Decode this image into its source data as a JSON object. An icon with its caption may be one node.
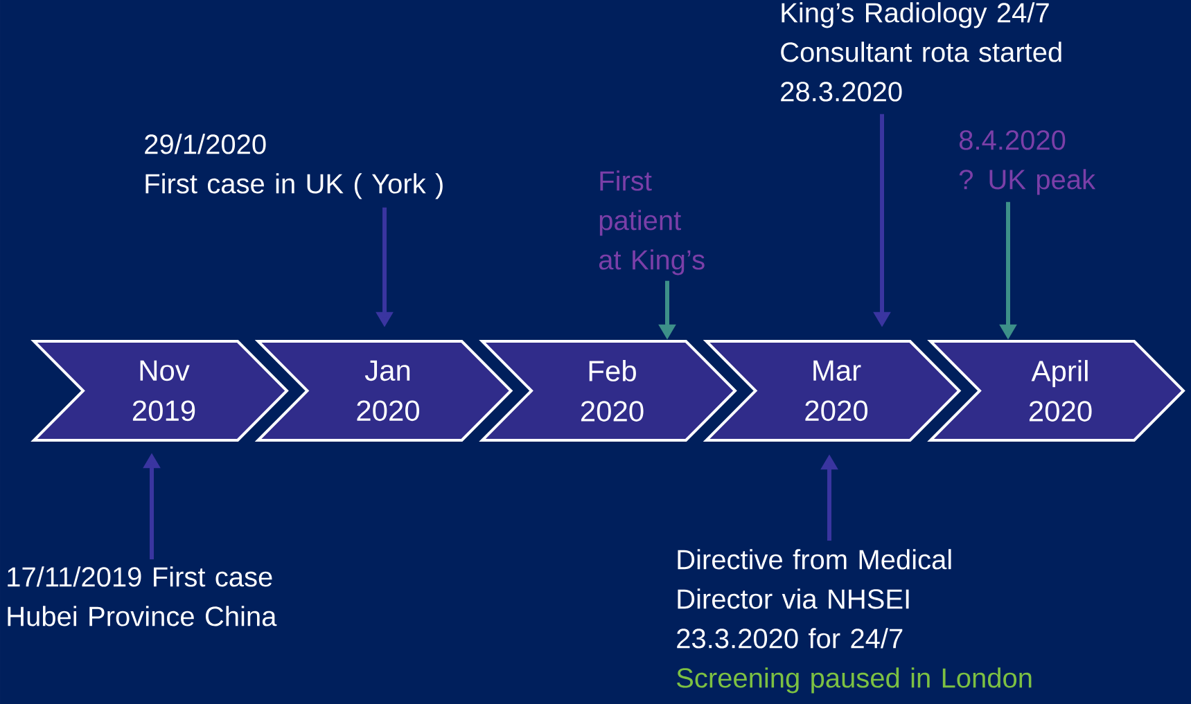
{
  "diagram": {
    "nodes": [
      {
        "text": [
          "Nov 2019"
        ]
      },
      {
        "text": [
          "Jan 2020"
        ]
      },
      {
        "text": [
          "Feb 2020"
        ]
      },
      {
        "text": [
          "Mar 2020"
        ]
      },
      {
        "text": [
          "April 2020"
        ]
      },
      {
        "text": [
          "17/11/2019 First case Hubei Province China"
        ]
      },
      {
        "text": [
          "29/1/2020",
          "First case in UK ( York )"
        ]
      },
      {
        "text": [
          "First patient at King’s"
        ]
      },
      {
        "text": [
          "King’s Radiology 24/7 Consultant rota started",
          "28.3.2020"
        ]
      },
      {
        "text": [
          "8.4.2020",
          "? UK peak"
        ]
      },
      {
        "text": [
          "Directive from Medical Director via NHSEI 23.3.2020 for 24/7",
          "Screening paused in London"
        ]
      }
    ],
    "edges": [
      {
        "from": 5,
        "to": 0,
        "arrow": "to"
      },
      {
        "from": 6,
        "to": 1,
        "arrow": "to"
      },
      {
        "from": 7,
        "to": 2,
        "arrow": "to",
        "color": "#3d9089"
      },
      {
        "from": 8,
        "to": 3,
        "arrow": "to"
      },
      {
        "from": 9,
        "to": 4,
        "arrow": "to",
        "color": "#3d9089"
      },
      {
        "from": 10,
        "to": 3,
        "arrow": "to"
      }
    ]
  }
}
